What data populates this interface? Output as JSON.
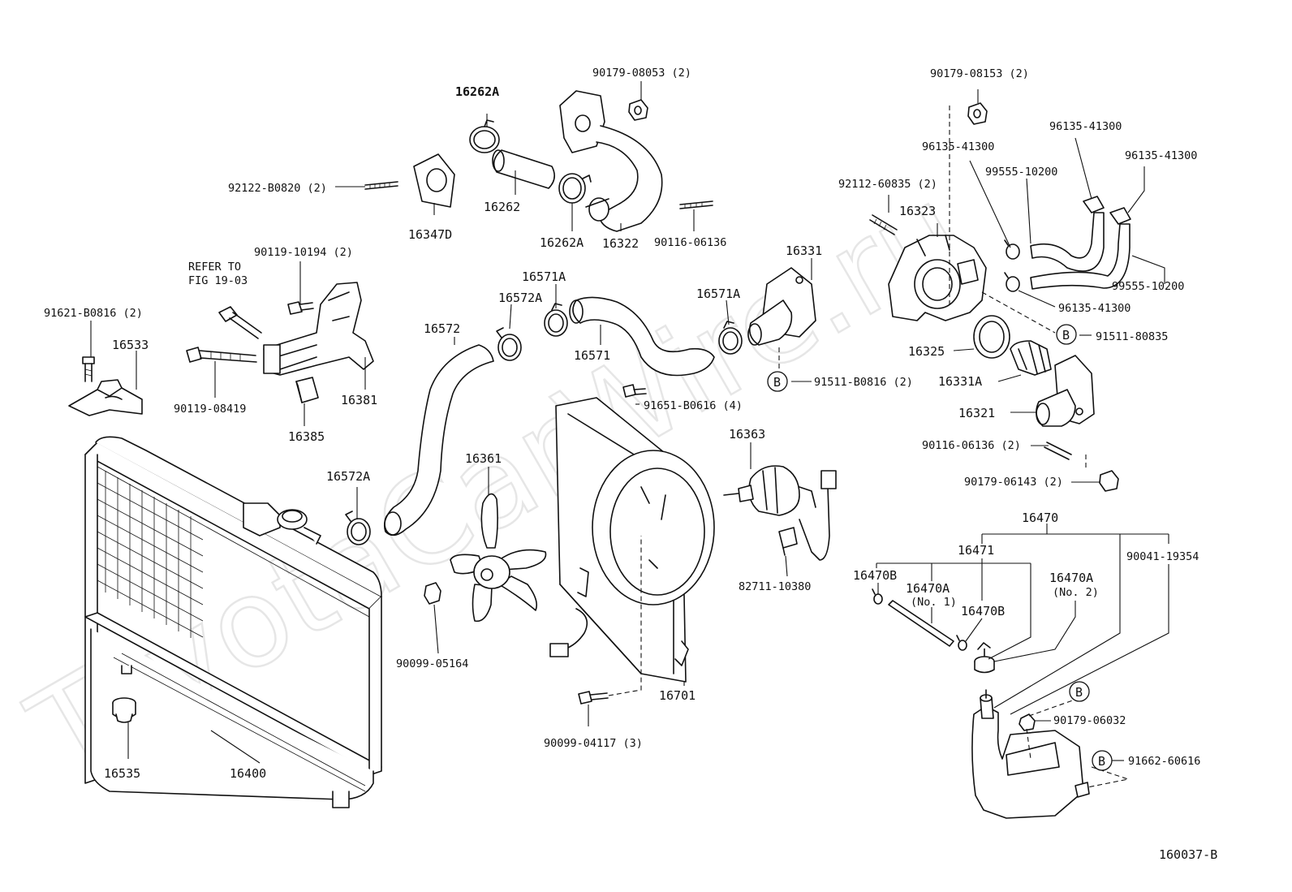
{
  "watermark": "ToyotaCarWire.ru",
  "figure_code": "160037-B",
  "note": {
    "line1": "REFER TO",
    "line2": "FIG 19-03"
  },
  "labels": {
    "p16262A_top": "16262A",
    "p90179_08053": "90179-08053 (2)",
    "p92122_B0820": "92122-B0820 (2)",
    "p16347D": "16347D",
    "p16262": "16262",
    "p16262A_bot": "16262A",
    "p16322": "16322",
    "p90116_06136_a": "90116-06136",
    "p90119_10194": "90119-10194 (2)",
    "p91621_B0816": "91621-B0816 (2)",
    "p16533": "16533",
    "p90119_08419": "90119-08419",
    "p16385": "16385",
    "p16381": "16381",
    "p16572A_top": "16572A",
    "p16572": "16572",
    "p16571A_l": "16571A",
    "p16571": "16571",
    "p16571A_r": "16571A",
    "p16331": "16331",
    "p91511_B0816": "91511-B0816 (2)",
    "p91651_B0616": "91651-B0616 (4)",
    "p16363": "16363",
    "p16361": "16361",
    "p16572A_bot": "16572A",
    "p82711_10380": "82711-10380",
    "p90099_05164": "90099-05164",
    "p16701": "16701",
    "p90099_04117": "90099-04117 (3)",
    "p16535": "16535",
    "p16400": "16400",
    "p90179_08153": "90179-08153 (2)",
    "p96135_41300_a": "96135-41300",
    "p96135_41300_b": "96135-41300",
    "p96135_41300_c": "96135-41300",
    "p96135_41300_d": "96135-41300",
    "p92112_60835": "92112-60835 (2)",
    "p99555_10200_a": "99555-10200",
    "p99555_10200_b": "99555-10200",
    "p16323": "16323",
    "p91511_80835": "91511-80835",
    "p16325": "16325",
    "p16331A": "16331A",
    "p16321": "16321",
    "p90116_06136_b": "90116-06136 (2)",
    "p90179_06143": "90179-06143 (2)",
    "p16470": "16470",
    "p16471": "16471",
    "p90041_19354": "90041-19354",
    "p16470B_a": "16470B",
    "p16470A_1": "16470A",
    "p16470A_1n": "(No. 1)",
    "p16470B_b": "16470B",
    "p16470A_2": "16470A",
    "p16470A_2n": "(No. 2)",
    "p90179_06032": "90179-06032",
    "p91662_60616": "91662-60616"
  },
  "markers": {
    "b1": "B",
    "b2": "B",
    "b3": "B",
    "b4": "B"
  }
}
